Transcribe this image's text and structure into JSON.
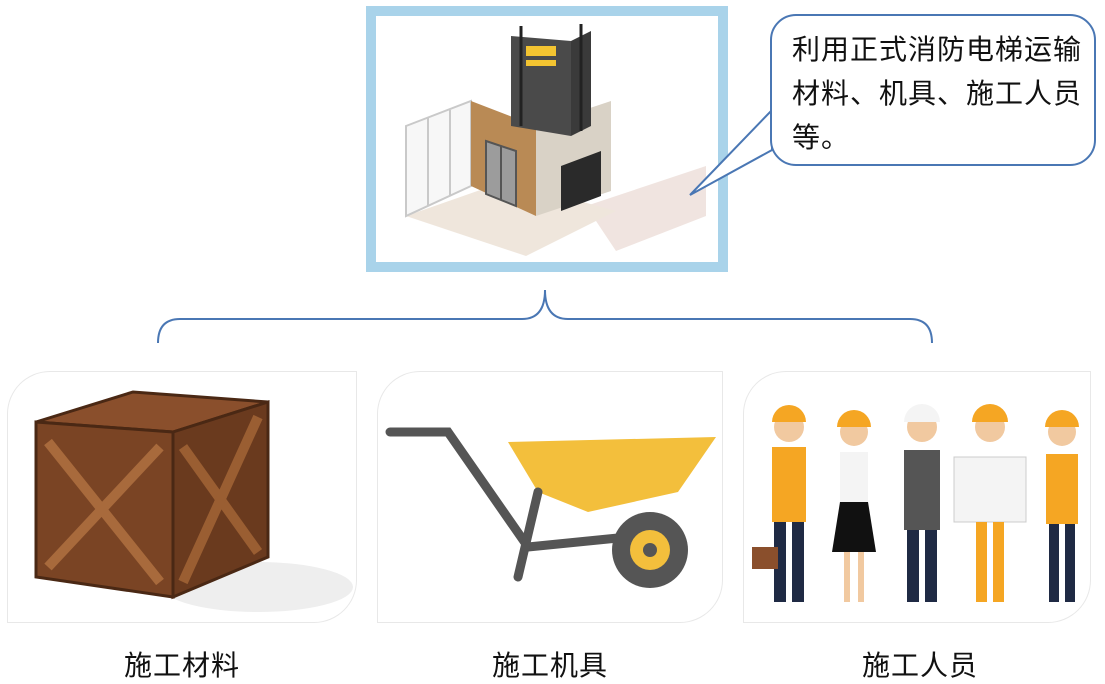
{
  "callout": {
    "text": "利用正式消防电梯运输材料、机具、施工人员等。"
  },
  "items": [
    {
      "label": "施工材料",
      "icon": "wooden-crate-icon"
    },
    {
      "label": "施工机具",
      "icon": "wheelbarrow-icon"
    },
    {
      "label": "施工人员",
      "icon": "construction-workers-icon"
    }
  ],
  "colors": {
    "frame": "#a9d3ea",
    "callout_border": "#4a77b4",
    "connector": "#4a77b4",
    "crate": "#6b3a1f",
    "wheelbarrow_tray": "#f3bf3c",
    "helmet": "#f5a623"
  }
}
